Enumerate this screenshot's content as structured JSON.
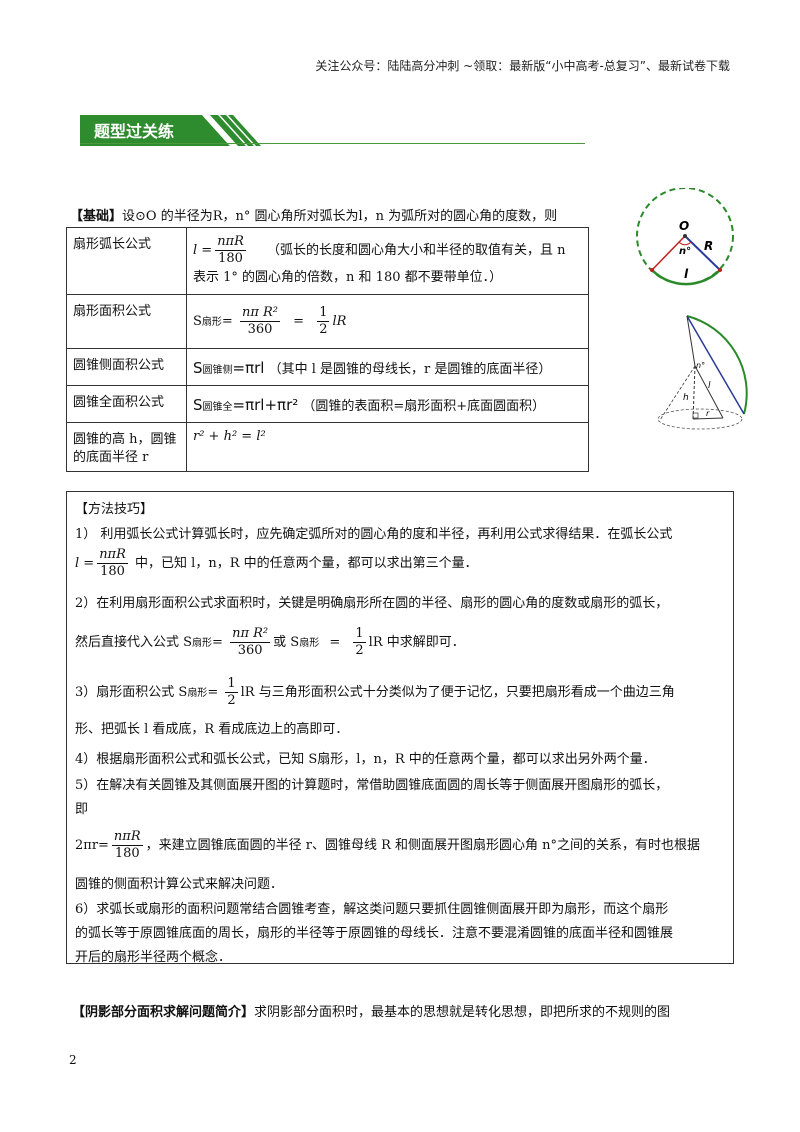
{
  "header": {
    "text": "关注公众号：陆陆高分冲刺 ~领取：最新版“小中高考-总复习”、最新试卷下载"
  },
  "banner": {
    "title": "题型过关练"
  },
  "intro": {
    "tag": "【基础】",
    "text": "设⊙O 的半径为R，n° 圆心角所对弧长为l，n 为弧所对的圆心角的度数，则"
  },
  "formula_table": {
    "rows": [
      {
        "label": "扇形弧长公式",
        "lhs": "l =",
        "num": "nπR",
        "den": "180",
        "note": "（弧长的长度和圆心角大小和半径的取值有关，且 n",
        "note2": "表示 1° 的圆心角的倍数，n 和 180 都不要带单位．）"
      },
      {
        "label": "扇形面积公式",
        "lhs": "S",
        "sub": "扇形",
        "eq": "=",
        "num": "nπ R²",
        "den": "360",
        "eq2": "=",
        "num2": "1",
        "den2": "2",
        "tail": "lR"
      },
      {
        "label": "圆锥侧面积公式",
        "lhs": "S",
        "sub": "圆锥侧",
        "rhs": "=πrl",
        "note": "（其中 l 是圆锥的母线长，r 是圆锥的底面半径）"
      },
      {
        "label": "圆锥全面积公式",
        "lhs": "S",
        "sub": "圆锥全",
        "rhs": "=πrl+πr²",
        "note": "（圆锥的表面积=扇形面积+底面圆面积）"
      },
      {
        "label": "圆锥的高 h，圆锥的底面半径 r",
        "formula": "r² + h² = l²"
      }
    ]
  },
  "figures": {
    "circle": {
      "center": "O",
      "angle": "n°",
      "radius": "R",
      "arc": "l"
    },
    "cone": {
      "angle": "n°",
      "slant": "l",
      "height": "h",
      "radius": "r"
    }
  },
  "methods": {
    "title": "【方法技巧】",
    "p1a": "1） 利用弧长公式计算弧长时，应先确定弧所对的圆心角的度和半径，再利用公式求得结果．在弧长公式",
    "p1b_lhs": "l =",
    "p1b_num": "nπR",
    "p1b_den": "180",
    "p1b_text": "中，已知 l，n，R 中的任意两个量，都可以求出第三个量．",
    "p2a": "2）在利用扇形面积公式求面积时，关键是明确扇形所在圆的半径、扇形的圆心角的度数或扇形的弧长，",
    "p2b_pre": "然后直接代入公式 S",
    "p2b_sub": "扇形",
    "p2b_eq": "=",
    "p2b_num": "nπ R²",
    "p2b_den": "360",
    "p2b_or": "或 S",
    "p2b_sub2": "扇形",
    "p2b_eq2": "=",
    "p2b_num2": "1",
    "p2b_den2": "2",
    "p2b_tail": "lR 中求解即可．",
    "p3a_pre": "3）扇形面积公式 S",
    "p3a_sub": "扇形",
    "p3a_eq": "=",
    "p3a_num": "1",
    "p3a_den": "2",
    "p3a_text": "lR 与三角形面积公式十分类似为了便于记忆，只要把扇形看成一个曲边三角",
    "p3b": "形、把弧长 l 看成底，R 看成底边上的高即可．",
    "p4": "4）根据扇形面积公式和弧长公式，已知 S扇形，l，n，R 中的任意两个量，都可以求出另外两个量．",
    "p5a": "5）在解决有关圆锥及其侧面展开图的计算题时，常借助圆锥底面圆的周长等于侧面展开图扇形的弧长，",
    "p5b": "即",
    "p5c_lhs": "2πr=",
    "p5c_num": "nπR",
    "p5c_den": "180",
    "p5c_text": "，来建立圆锥底面圆的半径 r、圆锥母线 R 和侧面展开图扇形圆心角 n°之间的关系，有时也根据",
    "p5d": "圆锥的侧面积计算公式来解决问题．",
    "p6a": "6）求弧长或扇形的面积问题常结合圆锥考查，解这类问题只要抓住圆锥侧面展开即为扇形，而这个扇形",
    "p6b": "的弧长等于原圆锥底面的周长，扇形的半径等于原圆锥的母线长．注意不要混淆圆锥的底面半径和圆锥展",
    "p6c": "开后的扇形半径两个概念．"
  },
  "shadow": {
    "tag": "【阴影部分面积求解问题简介】",
    "text": "求阴影部分面积时，最基本的思想就是转化思想，即把所求的不规则的图"
  },
  "page_number": "2",
  "colors": {
    "banner_green": "#2e8b2e",
    "arc_green": "#2a8a2a",
    "radius_blue": "#2a3a9a"
  }
}
